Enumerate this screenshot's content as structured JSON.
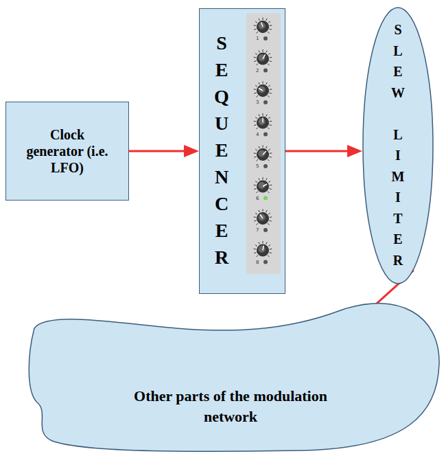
{
  "diagram": {
    "nodes": [
      {
        "text": [
          "Clock generator (i.e. LFO)"
        ]
      },
      {
        "text": [
          "SEQUENCER"
        ]
      },
      {
        "text": [
          "SLEW LIMITER"
        ]
      },
      {
        "text": [
          "Other parts of the modulation network"
        ]
      }
    ],
    "edges": [
      {
        "from": 0,
        "to": 1,
        "arrow": "to"
      },
      {
        "from": 1,
        "to": 2,
        "arrow": "to"
      },
      {
        "from": 2,
        "to": 3,
        "arrow": "to"
      }
    ],
    "labels": [
      "1",
      "2",
      "3",
      "4",
      "5",
      "6",
      "7",
      "8"
    ]
  }
}
